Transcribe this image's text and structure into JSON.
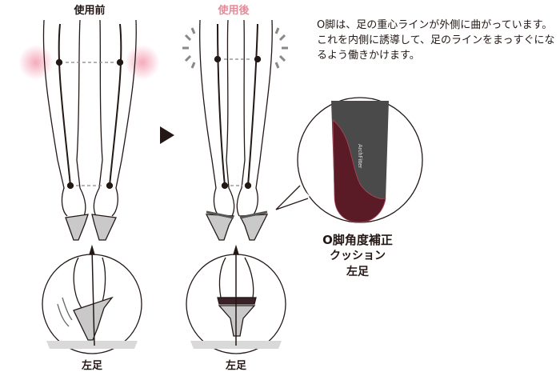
{
  "labels": {
    "before": "使用前",
    "after": "使用後",
    "left_foot_before": "左足",
    "left_foot_after": "左足"
  },
  "description": "O脚は、足の重心ラインが外側に曲がっています。これを内側に誘導して、足のラインをまっすぐになるよう働きかけます。",
  "product": {
    "name_line1": "O脚角度補正",
    "name_line2": "クッション",
    "side": "左足",
    "logo_text": "ArchFitter"
  },
  "colors": {
    "after_label": "#e8899a",
    "line": "#231815",
    "insole_dark": "#4a4a4a",
    "insole_red": "#5a1a26",
    "glow": "#f4b6c4",
    "base": "#c9c9c9"
  },
  "icons": [
    "play-arrow-icon",
    "double-arrow-icon"
  ]
}
